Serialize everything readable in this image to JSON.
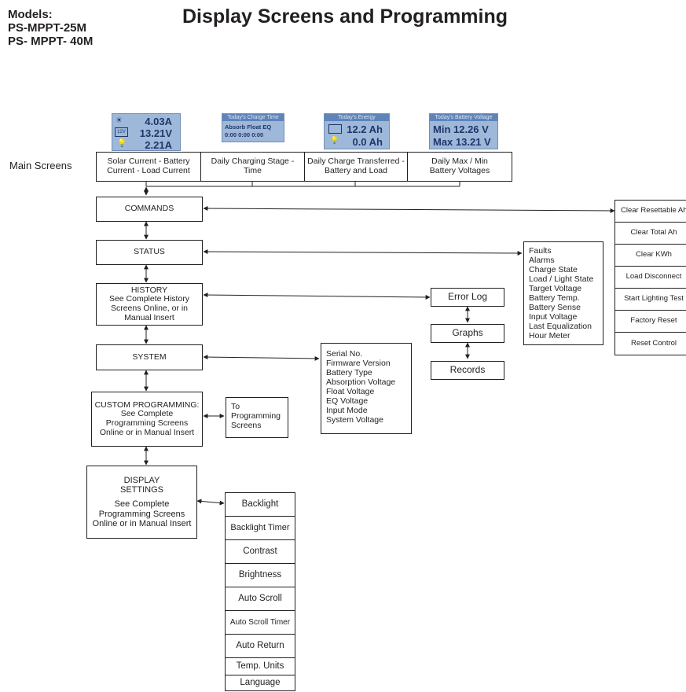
{
  "header": {
    "models": [
      "Models:",
      "PS-MPPT-25M",
      "PS- MPPT- 40M"
    ],
    "title": "Display Screens and Programming"
  },
  "main_screens_label": "Main Screens",
  "lcd_screens": [
    {
      "caption": "",
      "lines": [
        "4.03A",
        "13.21V",
        "2.21A"
      ],
      "icon_text": "12V"
    },
    {
      "caption": "Today's Charge Time",
      "lines": [
        "Absorb  Float  EQ",
        "0:00      0:00  0:00"
      ]
    },
    {
      "caption": "Today's Energy",
      "lines": [
        "12.2 Ah",
        "0.0 Ah"
      ]
    },
    {
      "caption": "Today's Battery Voltage",
      "lines": [
        "Min  12.26 V",
        "Max  13.21 V"
      ]
    }
  ],
  "main_screens": [
    [
      "Solar Current - Battery",
      "Current - Load Current"
    ],
    [
      "Daily Charging Stage - Time"
    ],
    [
      "Daily Charge Transferred -",
      "Battery and Load"
    ],
    [
      "Daily Max / Min",
      "Battery Voltages"
    ]
  ],
  "menu": {
    "commands": "COMMANDS",
    "status": "STATUS",
    "history": [
      "HISTORY",
      "See Complete History",
      "Screens Online, or in",
      "Manual Insert"
    ],
    "system": "SYSTEM",
    "custom": [
      "CUSTOM PROGRAMMING:",
      "See Complete",
      "Programming Screens",
      "Online or in Manual Insert"
    ],
    "display": [
      "DISPLAY",
      "SETTINGS",
      "See Complete",
      "Programming Screens",
      "Online or in Manual Insert"
    ]
  },
  "commands_list": [
    "Clear Resettable Ah",
    "Clear Total Ah",
    "Clear KWh",
    "Load Disconnect",
    "Start Lighting Test",
    "Factory  Reset",
    "Reset Control"
  ],
  "status_list": [
    "Faults",
    "Alarms",
    "Charge State",
    "Load / Light State",
    "Target Voltage",
    "Battery Temp.",
    "Battery Sense",
    "Input Voltage",
    "Last Equalization",
    "Hour Meter"
  ],
  "history_list": [
    "Error Log",
    "Graphs",
    "Records"
  ],
  "system_list": [
    "Serial No.",
    "Firmware Version",
    "Battery Type",
    "Absorption Voltage",
    "Float Voltage",
    "EQ Voltage",
    "Input Mode",
    "System Voltage"
  ],
  "to_programming": [
    "To",
    "Programming",
    "Screens"
  ],
  "display_list": [
    "Backlight",
    "Backlight Timer",
    "Contrast",
    "Brightness",
    "Auto Scroll",
    "Auto Scroll Timer",
    "Auto Return",
    "Temp. Units",
    "Language"
  ]
}
